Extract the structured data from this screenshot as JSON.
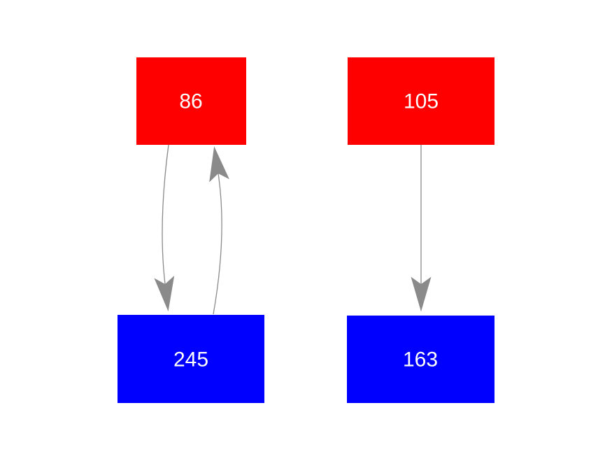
{
  "diagram": {
    "background_color": "#ffffff",
    "edge_color": "#8a8a8a",
    "nodes": [
      {
        "id": "top-left",
        "label": "86",
        "fill": "#ff0000",
        "text_color": "#ffffff"
      },
      {
        "id": "top-right",
        "label": "105",
        "fill": "#ff0000",
        "text_color": "#ffffff"
      },
      {
        "id": "bottom-left",
        "label": "245",
        "fill": "#0000ff",
        "text_color": "#ffffff"
      },
      {
        "id": "bottom-right",
        "label": "163",
        "fill": "#0000ff",
        "text_color": "#ffffff"
      }
    ],
    "edges": [
      {
        "from": "86",
        "to": "245",
        "shape": "curved",
        "direction": "down"
      },
      {
        "from": "245",
        "to": "86",
        "shape": "curved",
        "direction": "up"
      },
      {
        "from": "105",
        "to": "163",
        "shape": "straight",
        "direction": "down"
      }
    ]
  }
}
